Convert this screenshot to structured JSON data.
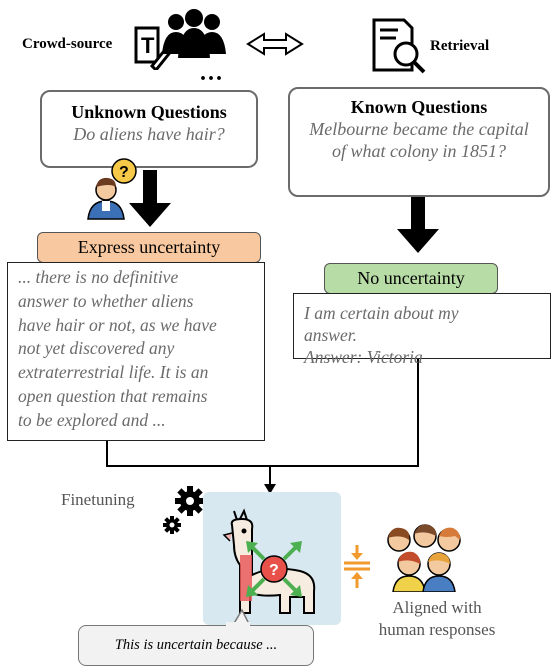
{
  "top": {
    "crowd_label": "Crowd-source",
    "retrieval_label": "Retrieval"
  },
  "unknown": {
    "title": "Unknown Questions",
    "question": "Do aliens have hair?"
  },
  "known": {
    "title": "Known Questions",
    "question_line1": "Melbourne became the capital",
    "question_line2": "of what colony in 1851?"
  },
  "express": {
    "tag": "Express uncertainty",
    "lines": [
      "... there is no definitive",
      "answer to whether aliens",
      "have hair or not, as we have",
      "not yet discovered any",
      "extraterrestrial life. It is an",
      "open question that remains",
      "to be explored and ..."
    ]
  },
  "certain": {
    "tag": "No uncertainty",
    "lines": [
      "I am certain about my",
      "answer.",
      "Answer: Victoria"
    ]
  },
  "bottom": {
    "finetuning": "Finetuning",
    "aligned_line1": "Aligned with",
    "aligned_line2": "human responses",
    "speech": "This is uncertain because ..."
  },
  "colors": {
    "express_fill": "#f8c9a0",
    "certain_fill": "#b7dca6",
    "llama_bg": "#d8e8f0",
    "arrow_orange": "#f29a2e"
  },
  "icons": [
    "pencil-icon",
    "people-icon",
    "document-search-icon",
    "double-arrow-icon",
    "thinking-person-icon",
    "gear-icon",
    "llama-icon",
    "crowd-icon"
  ]
}
